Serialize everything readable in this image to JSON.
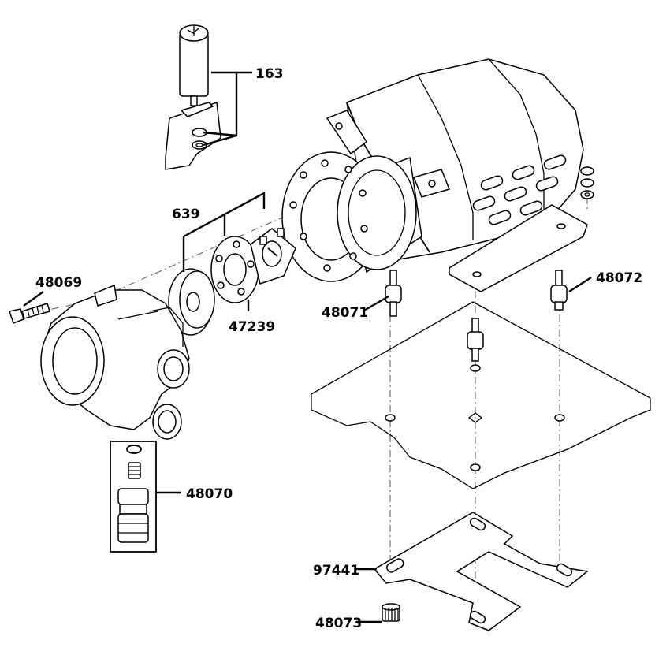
{
  "callouts": {
    "p163": "163",
    "p639": "639",
    "p48069": "48069",
    "p47239": "47239",
    "p48071": "48071",
    "p48072": "48072",
    "p48070": "48070",
    "p97441": "97441",
    "p48073": "48073"
  },
  "colors": {
    "ink": "#000000",
    "paper": "#ffffff"
  }
}
